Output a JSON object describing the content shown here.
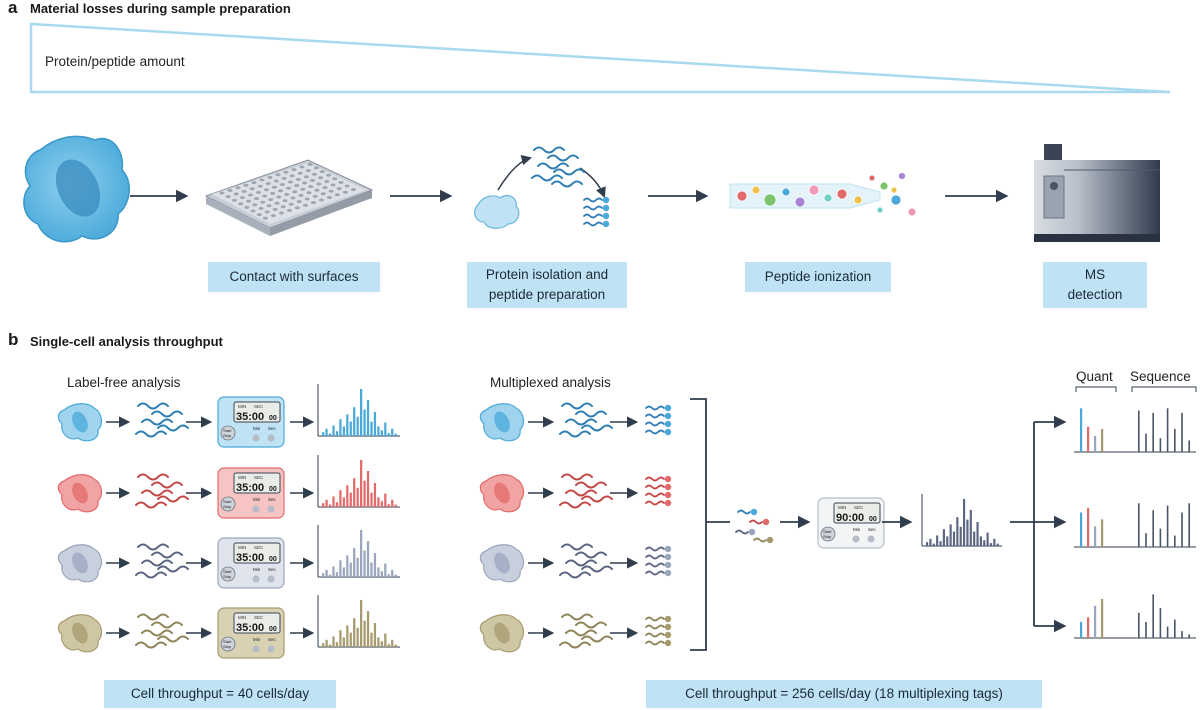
{
  "panel_a": {
    "letter": "a",
    "title": "Material losses during sample preparation",
    "gradient_label": "Protein/peptide amount",
    "steps": [
      {
        "label": "Contact with surfaces"
      },
      {
        "label": "Protein isolation and peptide preparation",
        "lines": [
          "Protein isolation and",
          "peptide preparation"
        ]
      },
      {
        "label": "Peptide ionization"
      },
      {
        "label": "MS detection",
        "lines": [
          "MS",
          "detection"
        ]
      }
    ]
  },
  "panel_b": {
    "letter": "b",
    "title": "Single-cell analysis throughput",
    "label_free": {
      "heading": "Label-free analysis",
      "timer": {
        "min_label": "MIN",
        "sec_label": "SEC",
        "time": "35:00",
        "hundredths": "00",
        "start_stop": [
          "Start",
          "Stop"
        ],
        "min_btn": "Min",
        "sec_btn": "Sec"
      },
      "throughput": "Cell throughput = 40 cells/day"
    },
    "multiplexed": {
      "heading": "Multiplexed analysis",
      "timer": {
        "min_label": "MIN",
        "sec_label": "SEC",
        "time": "90:00",
        "hundredths": "00",
        "start_stop": [
          "Start",
          "Stop"
        ],
        "min_btn": "Min",
        "sec_btn": "Sec"
      },
      "throughput": "Cell throughput = 256 cells/day (18 multiplexing tags)",
      "quant_label": "Quant",
      "sequence_label": "Sequence"
    },
    "rows": [
      {
        "color": "#4aa9d9",
        "fill": "#9fd3ee",
        "panel": "#bfe3f4",
        "peptide": "#2f7fb3"
      },
      {
        "color": "#e26a6a",
        "fill": "#f2a4a4",
        "panel": "#f7c4c4",
        "peptide": "#c44848"
      },
      {
        "color": "#9aa6bd",
        "fill": "#c9d0dd",
        "panel": "#dfe3ec",
        "peptide": "#5c6682"
      },
      {
        "color": "#a79a6e",
        "fill": "#cfc6a3",
        "panel": "#d9d2b2",
        "peptide": "#8f8458"
      }
    ]
  },
  "colors": {
    "accent_blue": "#bfe3f4",
    "arrow": "#2f3d4d",
    "dark_bar": "#4a5466"
  }
}
